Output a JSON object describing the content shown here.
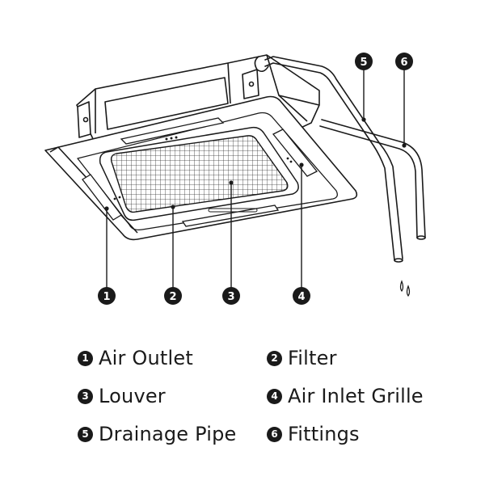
{
  "callouts": [
    {
      "num": "1",
      "label": "Air Outlet"
    },
    {
      "num": "2",
      "label": "Filter"
    },
    {
      "num": "3",
      "label": "Louver"
    },
    {
      "num": "4",
      "label": "Air Inlet Grille"
    },
    {
      "num": "5",
      "label": "Drainage Pipe"
    },
    {
      "num": "6",
      "label": "Fittings"
    }
  ],
  "colors": {
    "ink": "#1a1a1a",
    "background": "#ffffff"
  }
}
